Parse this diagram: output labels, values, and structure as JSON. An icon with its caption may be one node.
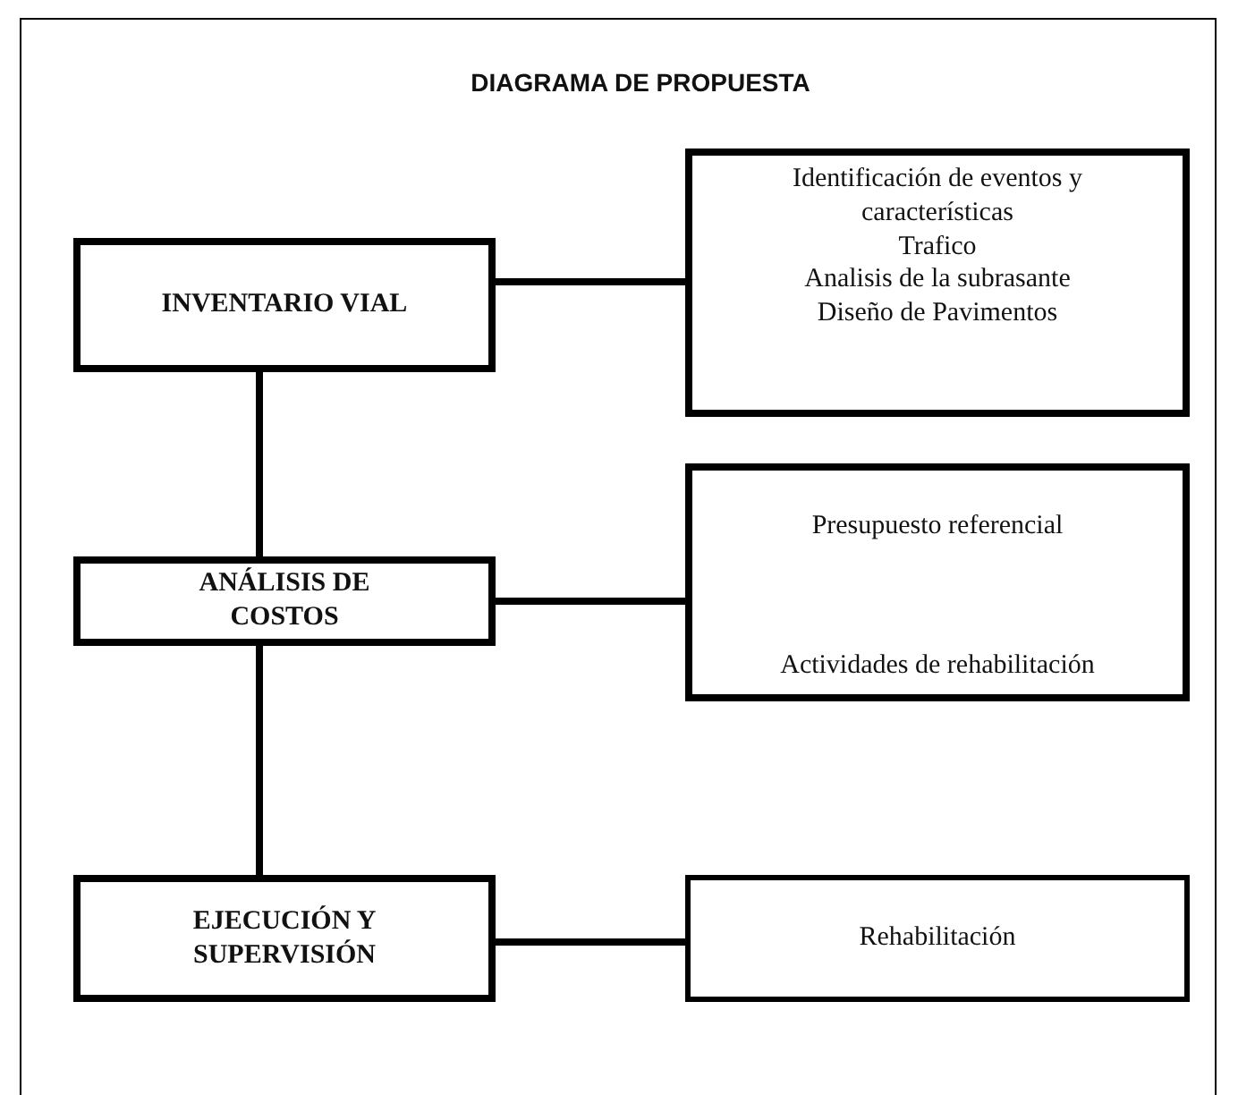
{
  "diagram": {
    "title": "DIAGRAMA DE PROPUESTA",
    "nodes": [
      {
        "text": [
          "INVENTARIO VIAL"
        ]
      },
      {
        "text": [
          "Identificación de eventos y características",
          "Trafico",
          "Analisis de la subrasante",
          "Diseño de Pavimentos"
        ]
      },
      {
        "text": [
          "ANÁLISIS DE COSTOS"
        ]
      },
      {
        "text": [
          "Presupuesto referencial",
          "Actividades de rehabilitación"
        ]
      },
      {
        "text": [
          "EJECUCIÓN Y SUPERVISIÓN"
        ]
      },
      {
        "text": [
          "Rehabilitación"
        ]
      }
    ],
    "edges": [
      {
        "from": 0,
        "to": 1,
        "arrow": "none"
      },
      {
        "from": 0,
        "to": 2,
        "arrow": "none"
      },
      {
        "from": 2,
        "to": 3,
        "arrow": "none"
      },
      {
        "from": 2,
        "to": 4,
        "arrow": "none"
      },
      {
        "from": 4,
        "to": 5,
        "arrow": "none"
      }
    ]
  }
}
